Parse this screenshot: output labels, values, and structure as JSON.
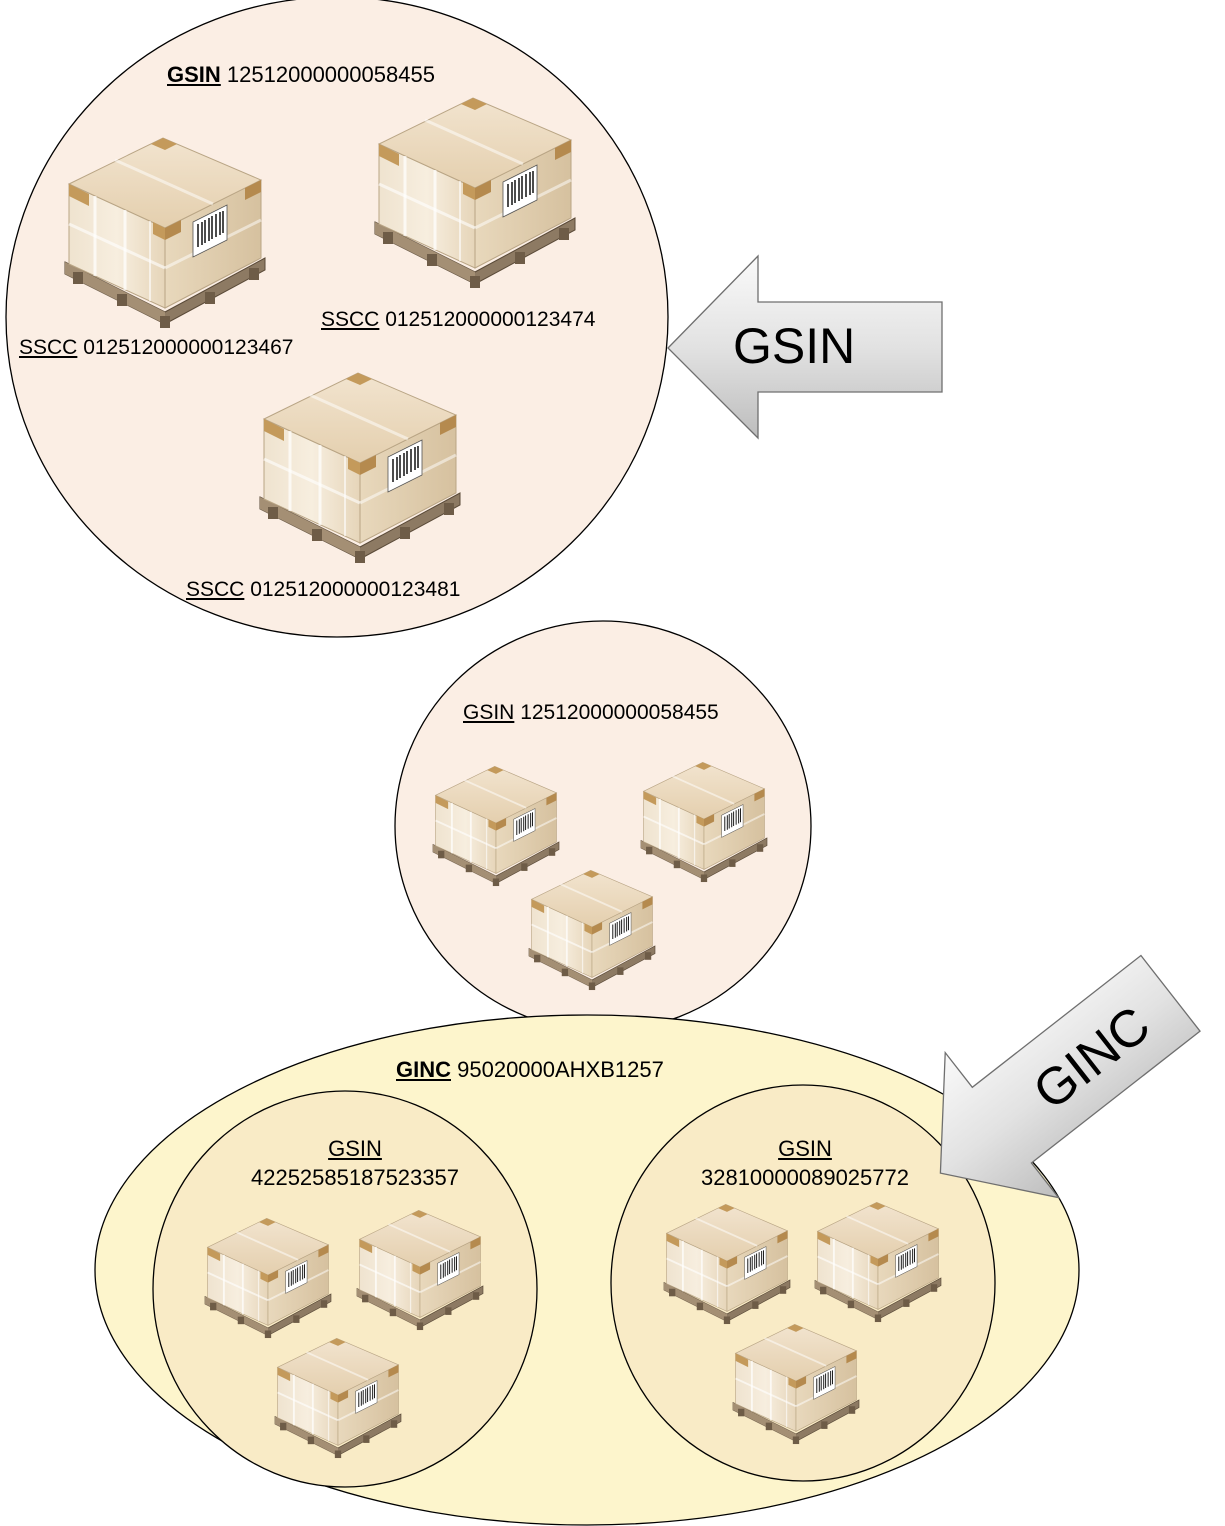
{
  "colors": {
    "gsin_fill": "#fbeee4",
    "ginc_fill": "#fdf5cc",
    "inner_gsin_fill": "#f9ebc6",
    "arrow_fill": "#d9d9d9"
  },
  "top_group": {
    "gsin_key": "GSIN",
    "gsin_value": "12512000000058455",
    "pallets": [
      {
        "key": "SSCC",
        "value": "012512000000123467"
      },
      {
        "key": "SSCC",
        "value": "012512000000123474"
      },
      {
        "key": "SSCC",
        "value": "012512000000123481"
      }
    ]
  },
  "gsin_arrow": {
    "label": "GSIN"
  },
  "middle_group": {
    "gsin_key": "GSIN",
    "gsin_value": "12512000000058455"
  },
  "ginc_group": {
    "ginc_key": "GINC",
    "ginc_value": "95020000AHXB1257",
    "left_gsin": {
      "key": "GSIN",
      "value": "42252585187523357"
    },
    "right_gsin": {
      "key": "GSIN",
      "value": "32810000089025772"
    }
  },
  "ginc_arrow": {
    "label": "GINC"
  }
}
